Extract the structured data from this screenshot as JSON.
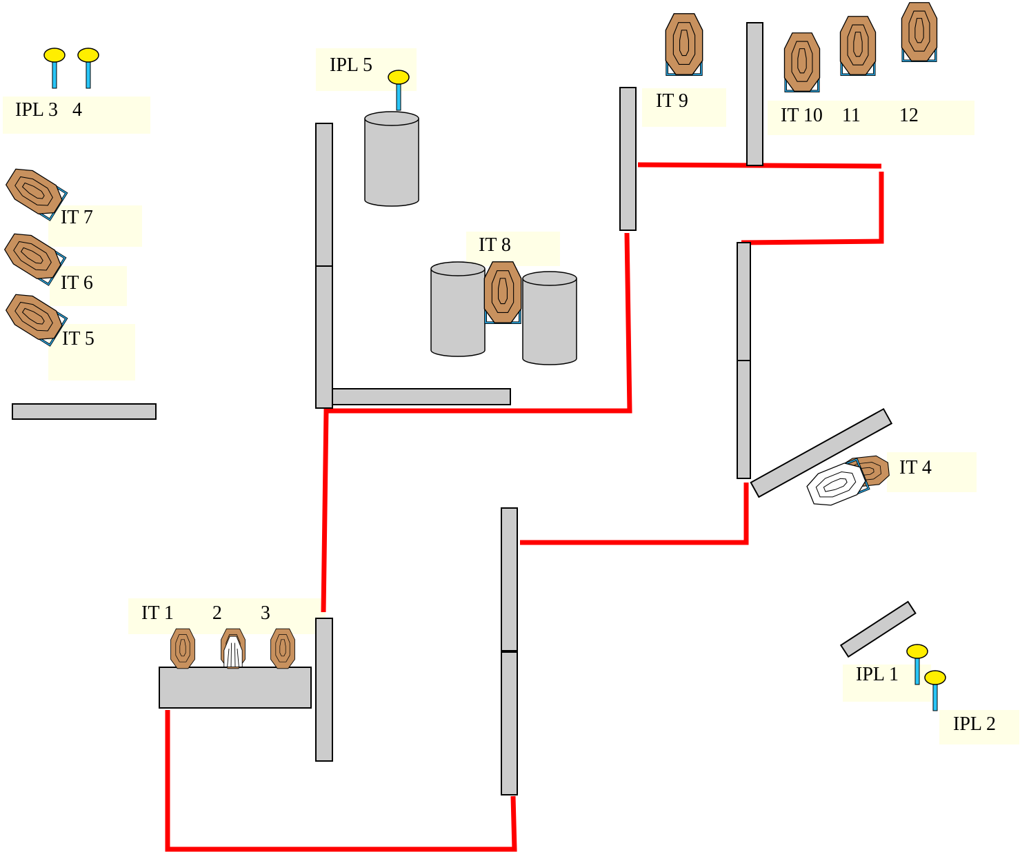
{
  "colors": {
    "course_line": "#ff0000",
    "barricade": "#cccccc",
    "outline": "#000000",
    "target_fill": "#c8915e",
    "target_stand": "#2a9fd6",
    "popper_head": "#ffee00",
    "popper_post": "#29c5f6",
    "label_bg": "#ffffe6"
  },
  "labels": {
    "ipl34": "IPL 3   4",
    "ipl5": "IPL 5",
    "it9": "IT 9",
    "it10_12": "IT 10    11        12",
    "it7": "IT 7",
    "it6": "IT 6",
    "it5": "IT 5",
    "it8": "IT 8",
    "it4": "IT 4",
    "it1_3": "IT 1        2        3",
    "ipl1": "IPL 1",
    "ipl2": "IPL 2"
  },
  "icons": {
    "popper": "steel-popper-icon",
    "target": "ipsc-target-icon",
    "no_shoot": "no-shoot-target-icon",
    "barrel": "barrel-icon"
  }
}
